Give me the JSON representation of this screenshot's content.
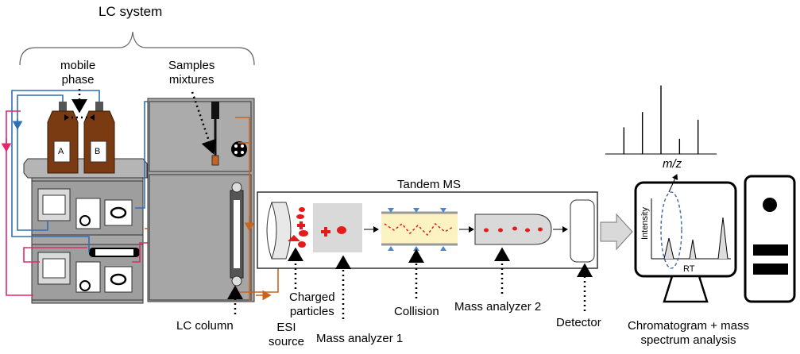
{
  "labels": {
    "lc_system": "LC system",
    "mobile_phase": "mobile\nphase",
    "samples_mixtures": "Samples\nmixtures",
    "bottle_a": "A",
    "bottle_b": "B",
    "tandem_ms": "Tandem MS",
    "lc_column": "LC column",
    "esi_source": "ESI\nsource",
    "charged_particles": "Charged\nparticles",
    "mass_analyzer_1": "Mass analyzer 1",
    "collision": "Collision",
    "mass_analyzer_2": "Mass analyzer 2",
    "detector": "Detector",
    "mz": "m/z",
    "intensity": "Intensity",
    "rt": "RT",
    "chromatogram": "Chromatogram + mass\nspectrum analysis"
  },
  "colors": {
    "blue_line": "#2e6fb7",
    "pink_line": "#e0286b",
    "orange_line": "#c8641e",
    "purple_line": "#7a3fa8",
    "bottle": "#7a3b12",
    "particle_red": "#e31b1b",
    "panel_gray": "#d9d9d9",
    "cell_yellow": "#fdf2c2"
  },
  "icons": [
    "bracket-icon",
    "bottle-icon",
    "pump-icon",
    "injector-icon",
    "column-icon",
    "esi-source-icon",
    "quadrupole-icon",
    "collision-cell-icon",
    "ion-trap-icon",
    "detector-icon",
    "arrow-icon",
    "monitor-icon",
    "computer-tower-icon"
  ],
  "spectrum_chart": {
    "type": "bar",
    "peaks": [
      0.35,
      0.55,
      0.9,
      0.2,
      0.45
    ]
  }
}
